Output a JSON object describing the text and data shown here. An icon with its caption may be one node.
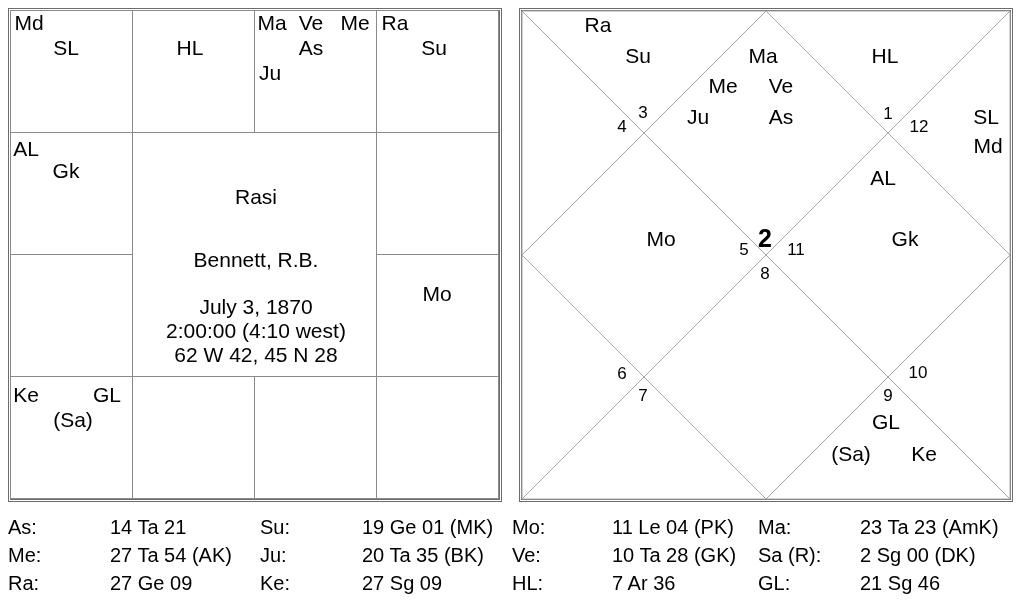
{
  "diagram": {
    "nodes": [
      {
        "text": [],
        "shape": "box"
      },
      {
        "text": [
          "Md",
          "SL"
        ],
        "in": 0
      },
      {
        "text": [
          "HL"
        ],
        "in": 0
      },
      {
        "text": [
          "Ma",
          "Ve",
          "Me",
          "As",
          "Ju"
        ],
        "in": 0
      },
      {
        "text": [
          "Ra",
          "Su"
        ],
        "in": 0
      },
      {
        "text": [
          "AL",
          "Gk"
        ],
        "in": 0
      },
      {
        "text": [
          "Rasi",
          "Bennett, R.B.",
          "July 3, 1870",
          "2:00:00 (4:10 west)",
          "62 W 42, 45 N 28"
        ],
        "in": 0
      },
      {
        "text": [],
        "shape": "box",
        "in": 0
      },
      {
        "text": [],
        "shape": "box",
        "in": 0
      },
      {
        "text": [
          "Mo"
        ],
        "in": 0
      },
      {
        "text": [
          "Ke",
          "GL",
          "(Sa)"
        ],
        "in": 0
      },
      {
        "text": [],
        "shape": "box",
        "in": 0
      },
      {
        "text": [],
        "shape": "box",
        "in": 0
      },
      {
        "text": [],
        "shape": "box",
        "in": 0
      },
      {
        "text": [],
        "shape": "box"
      },
      {
        "text": [
          "Ma",
          "Me",
          "Ve",
          "Ju",
          "As",
          "2"
        ],
        "in": 14
      },
      {
        "text": [
          "Ra",
          "Su",
          "3"
        ],
        "in": 14
      },
      {
        "text": [
          "4"
        ],
        "in": 14
      },
      {
        "text": [
          "Mo",
          "5"
        ],
        "in": 14
      },
      {
        "text": [
          "6"
        ],
        "in": 14
      },
      {
        "text": [
          "7"
        ],
        "in": 14
      },
      {
        "text": [
          "8"
        ],
        "in": 14
      },
      {
        "text": [
          "9",
          "GL",
          "(Sa)",
          "Ke"
        ],
        "in": 14
      },
      {
        "text": [
          "10"
        ],
        "in": 14
      },
      {
        "text": [
          "AL",
          "Gk",
          "11"
        ],
        "in": 14
      },
      {
        "text": [
          "SL",
          "12",
          "Md"
        ],
        "in": 14
      },
      {
        "text": [
          "HL",
          "1"
        ],
        "in": 14
      }
    ],
    "labels": [
      "As:",
      "14 Ta 21",
      "Su:",
      "19 Ge 01 (MK)",
      "Mo:",
      "11 Le 04 (PK)",
      "Ma:",
      "23 Ta 23 (AmK)",
      "Me:",
      "27 Ta 54 (AK)",
      "Ju:",
      "20 Ta 35 (BK)",
      "Ve:",
      "10 Ta 28 (GK)",
      "Sa (R):",
      "2 Sg 00 (DK)",
      "Ra:",
      "27 Ge 09",
      "Ke:",
      "27 Sg 09",
      "HL:",
      "7 Ar 36",
      "GL:",
      "21 Sg 46"
    ]
  }
}
